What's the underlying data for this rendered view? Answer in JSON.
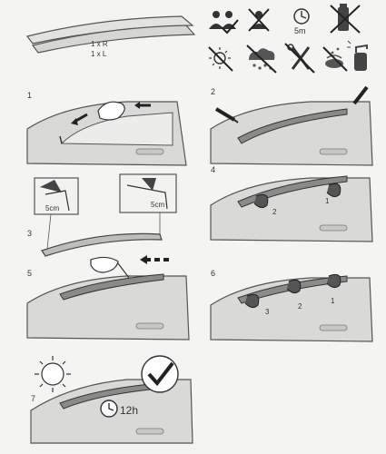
{
  "header": {
    "qty_right": "1 x R",
    "qty_left": "1 x L",
    "distance_label": "5m"
  },
  "icons": [
    {
      "name": "two-people-check-icon"
    },
    {
      "name": "one-person-crossed-icon"
    },
    {
      "name": "clock-5m-icon"
    },
    {
      "name": "cleaner-bottle-crossed-icon"
    },
    {
      "name": "sun-crossed-icon"
    },
    {
      "name": "rain-cloud-crossed-icon"
    },
    {
      "name": "tools-crossed-icon"
    },
    {
      "name": "car-wash-crossed-icon"
    },
    {
      "name": "spray-bottle-icon"
    }
  ],
  "steps": {
    "s1": "1",
    "s2": "2",
    "s3": "3",
    "s3_cm_left": "5cm",
    "s3_cm_right": "5cm",
    "s4": "4",
    "s4_a1": "1",
    "s4_a2": "2",
    "s5": "5",
    "s6": "6",
    "s6_a1": "1",
    "s6_a2": "2",
    "s6_a3": "3",
    "s7": "7",
    "s7_time": "12h"
  }
}
